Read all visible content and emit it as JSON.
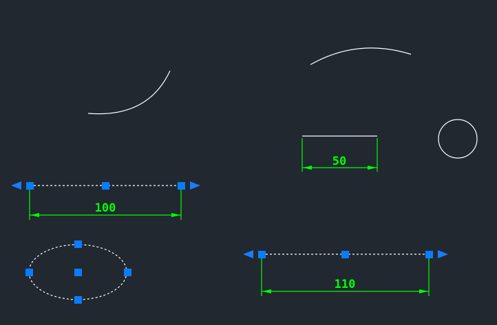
{
  "drawing": {
    "dimensions": [
      {
        "label": "100"
      },
      {
        "label": "50"
      },
      {
        "label": "110"
      }
    ],
    "colors": {
      "background": "#212830",
      "geometry": "#ffffff",
      "dimension": "#00ff00",
      "grip": "#0a7cff"
    }
  }
}
